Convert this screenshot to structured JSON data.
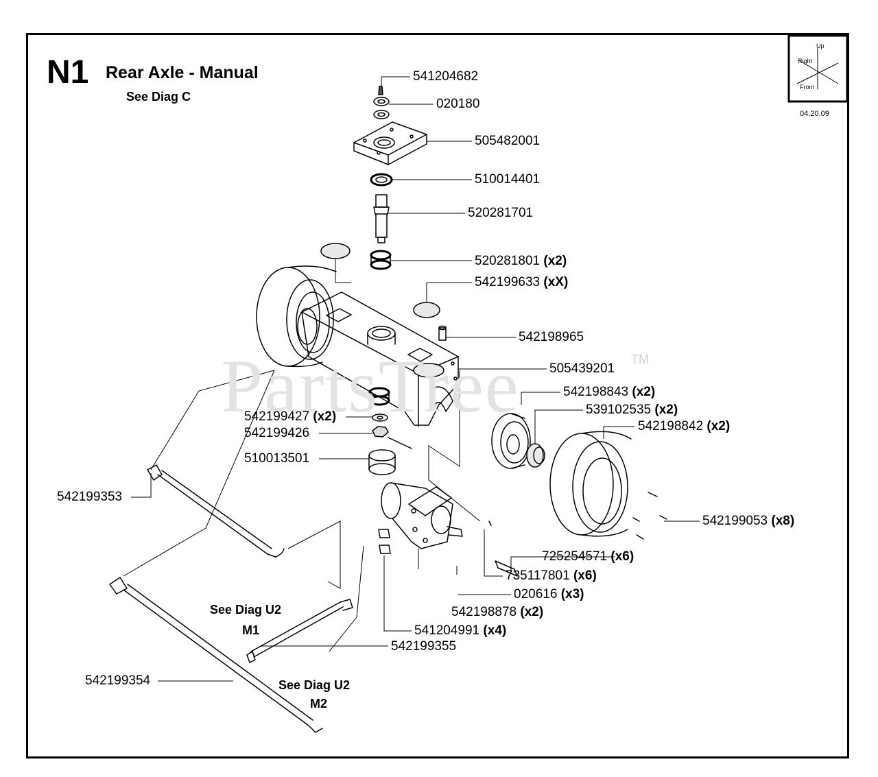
{
  "header": {
    "code": "N1",
    "title": "Rear Axle - Manual",
    "subtitle": "See Diag C",
    "date": "04.20.09"
  },
  "compass": {
    "up_label": "Up",
    "right_label": "Right",
    "front_label": "Front",
    "icon": "orientation-compass-icon"
  },
  "watermark": {
    "text": "PartsTree",
    "tm": "TM"
  },
  "references": {
    "u2_m1_line1": "See Diag U2",
    "u2_m1_line2": "M1",
    "u2_m2_line1": "See Diag U2",
    "u2_m2_line2": "M2"
  },
  "parts": [
    {
      "part": "541204682",
      "qty": ""
    },
    {
      "part": "020180",
      "qty": ""
    },
    {
      "part": "505482001",
      "qty": ""
    },
    {
      "part": "510014401",
      "qty": ""
    },
    {
      "part": "520281701",
      "qty": ""
    },
    {
      "part": "520281801",
      "qty": "(x2)"
    },
    {
      "part": "542199633",
      "qty": "(xX)"
    },
    {
      "part": "542198965",
      "qty": ""
    },
    {
      "part": "505439201",
      "qty": ""
    },
    {
      "part": "542198843",
      "qty": "(x2)"
    },
    {
      "part": "539102535",
      "qty": "(x2)"
    },
    {
      "part": "542198842",
      "qty": "(x2)"
    },
    {
      "part": "542199427",
      "qty": "(x2)"
    },
    {
      "part": "542199426",
      "qty": ""
    },
    {
      "part": "510013501",
      "qty": ""
    },
    {
      "part": "542199353",
      "qty": ""
    },
    {
      "part": "542199053",
      "qty": "(x8)"
    },
    {
      "part": "725254571",
      "qty": "(x6)"
    },
    {
      "part": "735117801",
      "qty": "(x6)"
    },
    {
      "part": "020616",
      "qty": "(x3)"
    },
    {
      "part": "542198878",
      "qty": "(x2)"
    },
    {
      "part": "541204991",
      "qty": "(x4)"
    },
    {
      "part": "542199355",
      "qty": ""
    },
    {
      "part": "542199354",
      "qty": ""
    }
  ]
}
